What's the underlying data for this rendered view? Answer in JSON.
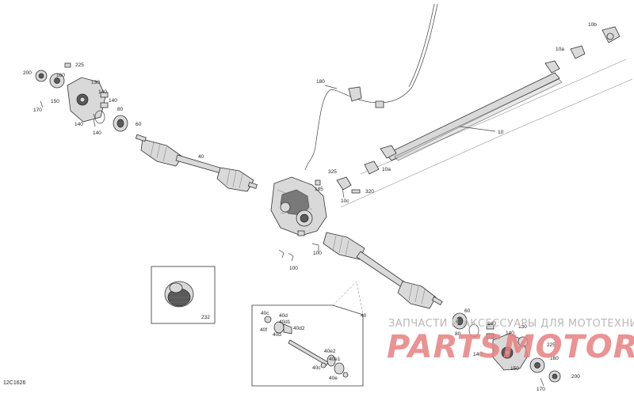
{
  "labels": {
    "l200a": "200",
    "l225a": "225",
    "l160a": "160",
    "l130": "130",
    "l150a": "150",
    "l140a": "140",
    "l140b": "140",
    "l140c": "140",
    "l170a": "170",
    "l80a": "80",
    "l60a": "60",
    "l140d": "140",
    "l40a": "40",
    "l180": "180",
    "l325": "325",
    "l185": "185",
    "l10a": "10a",
    "l10b": "10b",
    "l10ax": "10a",
    "l10": "10",
    "l10c": "10c",
    "l320": "320",
    "l100a": "100",
    "l100b": "100",
    "l232": "232",
    "l40b": "40",
    "l40c": "40c",
    "l40d1": "40d",
    "l40d1b": "40d1",
    "l40f": "40f",
    "l40d2": "40d2",
    "l40d": "40d",
    "l40e2": "40e2",
    "l40e1": "40e1",
    "l40c2": "40c",
    "l40e": "40e",
    "l60b": "60",
    "l80b": "80",
    "l140e": "140",
    "l140f": "140",
    "l130b": "130",
    "l225b": "225",
    "l140g": "140",
    "l150b": "150",
    "l160b": "160",
    "l200b": "200",
    "l170b": "170"
  },
  "diagram_code": "12C1626",
  "watermark": {
    "line1": "ЗАПЧАСТИ И АКСЕССУАРЫ ДЛЯ МОТОТЕХНИКИ",
    "line2": "PARTSMOTOR.RU"
  }
}
